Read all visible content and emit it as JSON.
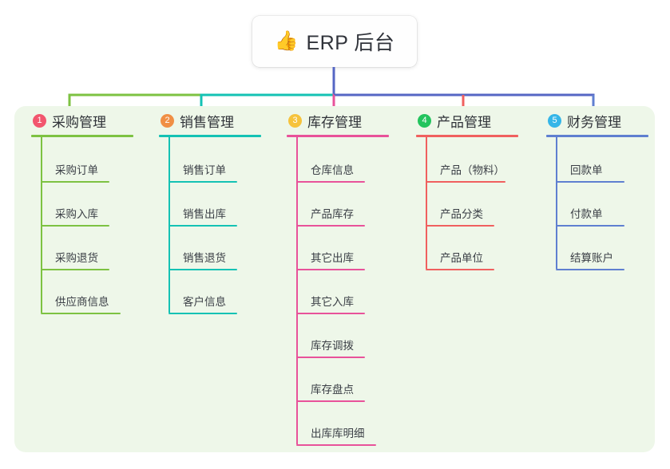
{
  "root": {
    "icon": "thumbs-up-icon",
    "emoji": "👍",
    "title": "ERP 后台"
  },
  "palette": {
    "panel_background": "#eef7e9",
    "page_background": "#ffffff",
    "root_line": "#5566c4",
    "text": "#2f3238"
  },
  "columns": [
    {
      "number": "1",
      "title": "采购管理",
      "color": "#7dc242",
      "badge_color": "#f2566e",
      "items": [
        "采购订单",
        "采购入库",
        "采购退货",
        "供应商信息"
      ]
    },
    {
      "number": "2",
      "title": "销售管理",
      "color": "#14c2b4",
      "badge_color": "#f08f45",
      "items": [
        "销售订单",
        "销售出库",
        "销售退货",
        "客户信息"
      ]
    },
    {
      "number": "3",
      "title": "库存管理",
      "color": "#e8529a",
      "badge_color": "#f6c33c",
      "items": [
        "仓库信息",
        "产品库存",
        "其它出库",
        "其它入库",
        "库存调拨",
        "库存盘点",
        "出库库明细"
      ]
    },
    {
      "number": "4",
      "title": "产品管理",
      "color": "#f0605f",
      "badge_color": "#23c45e",
      "items": [
        "产品（物料）",
        "产品分类",
        "产品单位"
      ]
    },
    {
      "number": "5",
      "title": "财务管理",
      "color": "#5f7fd0",
      "badge_color": "#35b6e8",
      "items": [
        "回款单",
        "付款单",
        "结算账户"
      ]
    }
  ]
}
